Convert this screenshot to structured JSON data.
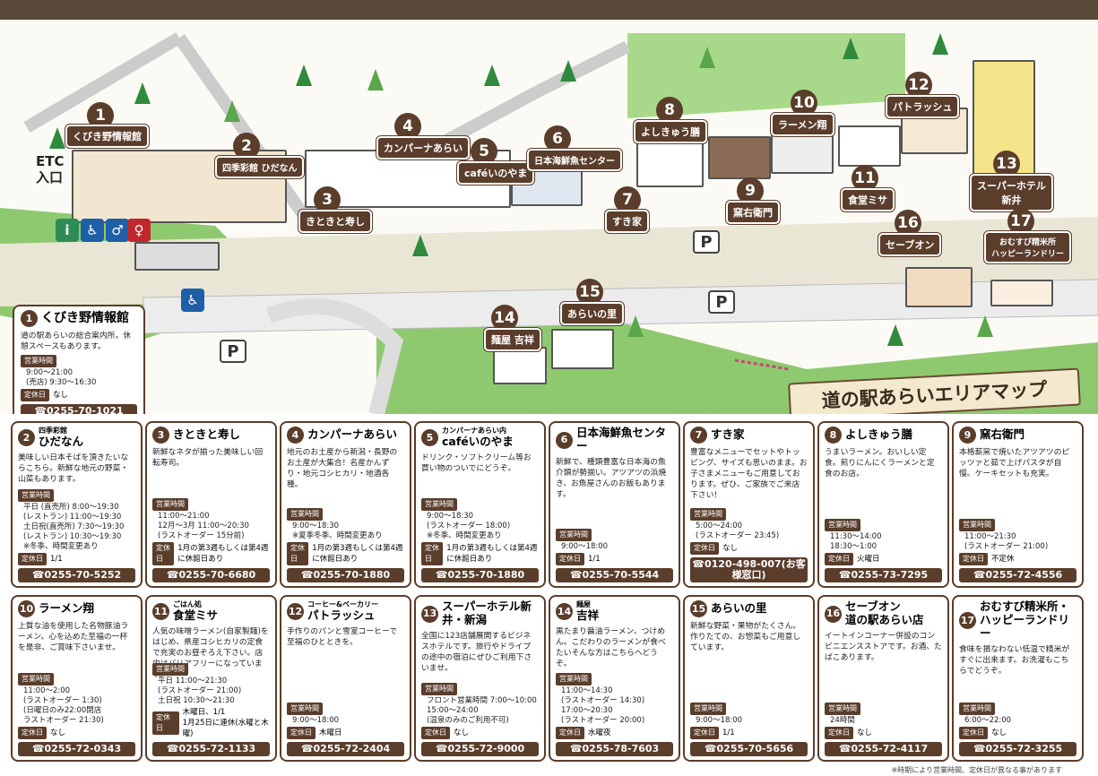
{
  "map": {
    "title": "道の駅あらいエリアマップ",
    "etc": "ETC\n入口",
    "parking": "P",
    "labels": [
      {
        "n": "1",
        "name": "くびき野情報館"
      },
      {
        "n": "2",
        "name": "四季彩館 ひだなん"
      },
      {
        "n": "3",
        "name": "きときと寿し"
      },
      {
        "n": "4",
        "name": "カンパーナあらい"
      },
      {
        "n": "5",
        "name": "caféいのやま"
      },
      {
        "n": "6",
        "name": "日本海鮮魚センター"
      },
      {
        "n": "7",
        "name": "すき家"
      },
      {
        "n": "8",
        "name": "よしきゅう膳"
      },
      {
        "n": "9",
        "name": "窯右衛門"
      },
      {
        "n": "10",
        "name": "ラーメン翔"
      },
      {
        "n": "11",
        "name": "食堂ミサ"
      },
      {
        "n": "12",
        "name": "パトラッシュ"
      },
      {
        "n": "13",
        "name": "スーパーホテル\n新井"
      },
      {
        "n": "14",
        "name": "麺屋 吉祥"
      },
      {
        "n": "15",
        "name": "あらいの里"
      },
      {
        "n": "16",
        "name": "セーブオン"
      },
      {
        "n": "17",
        "name": "おむすび精米所\nハッピーランドリー"
      }
    ]
  },
  "box1": {
    "n": "1",
    "title": "くびき野情報館",
    "desc": "道の駅あらいの総合案内所。休憩スペースもあります。",
    "hours_label": "営業時間",
    "hours": "9:00〜21:00\n(売店) 9:30〜16:30",
    "closed_label": "定休日",
    "closed": "なし",
    "tel": "☎0255-70-1021"
  },
  "row1": [
    {
      "n": "2",
      "sub": "四季彩館",
      "title": "ひだなん",
      "desc": "美味しい日本そばを頂きたいならこちら。新鮮な地元の野菜・山菜もあります。",
      "hours_label": "営業時間",
      "hours": "平日 (直売所) 8:00〜19:30\n(レストラン) 11:00〜19:30\n土日祝(直売所) 7:30〜19:30\n(レストラン) 10:30〜19:30\n※冬季、時間変更あり",
      "closed_label": "定休日",
      "closed": "1/1",
      "tel": "☎0255-70-5252"
    },
    {
      "n": "3",
      "sub": "",
      "title": "きときと寿し",
      "desc": "新鮮なネタが揃った美味しい回転寿司。",
      "hours_label": "営業時間",
      "hours": "11:00〜21:00\n12月〜3月 11:00〜20:30\n(ラストオーダー 15分前)",
      "closed_label": "定休日",
      "closed": "1月の第3週もしくは第4週に休館日あり",
      "tel": "☎0255-70-6680"
    },
    {
      "n": "4",
      "sub": "",
      "title": "カンパーナあらい",
      "desc": "地元のお土産から新潟・長野のお土産が大集合！名産かんずり・地元コシヒカリ・地酒各種。",
      "hours_label": "営業時間",
      "hours": "9:00〜18:30\n※夏季冬季、時間変更あり",
      "closed_label": "定休日",
      "closed": "1月の第3週もしくは第4週に休館日あり",
      "tel": "☎0255-70-1880"
    },
    {
      "n": "5",
      "sub": "カンパーナあらい内",
      "title": "caféいのやま",
      "desc": "ドリンク・ソフトクリーム等お買い物のついでにどうぞ。",
      "hours_label": "営業時間",
      "hours": "9:00〜18:30\n(ラストオーダー 18:00)\n※冬季、時間変更あり",
      "closed_label": "定休日",
      "closed": "1月の第3週もしくは第4週に休館日あり",
      "tel": "☎0255-70-1880"
    },
    {
      "n": "6",
      "sub": "",
      "title": "日本海鮮魚センター",
      "desc": "新鮮で、種類豊富な日本海の魚介類が勢揃い。アツアツの浜焼き、お魚屋さんのお飯もあります。",
      "hours_label": "営業時間",
      "hours": "9:00〜18:00",
      "closed_label": "定休日",
      "closed": "1/1",
      "tel": "☎0255-70-5544"
    },
    {
      "n": "7",
      "sub": "",
      "title": "すき家",
      "desc": "豊富なメニューでセットやトッピング、サイズも思いのまま。お子さまメニューもご用意しております。ぜひ、ご家族でご来店下さい！",
      "hours_label": "営業時間",
      "hours": "5:00〜24:00\n(ラストオーダー 23:45)",
      "closed_label": "定休日",
      "closed": "なし",
      "tel": "☎0120-498-007(お客様窓口)"
    },
    {
      "n": "8",
      "sub": "",
      "title": "よしきゅう膳",
      "desc": "うまいラーメン。おいしい定食。煎りにんにくラーメンと定食のお店。",
      "hours_label": "営業時間",
      "hours": "11:30〜14:00\n18:30〜1:00",
      "closed_label": "定休日",
      "closed": "火曜日",
      "tel": "☎0255-73-7295"
    },
    {
      "n": "9",
      "sub": "",
      "title": "窯右衛門",
      "desc": "本格薪窯で焼いたアツアツのピッツァと茹で上げパスタが自慢。ケーキセットも充実。",
      "hours_label": "営業時間",
      "hours": "11:00〜21:30\n(ラストオーダー 21:00)",
      "closed_label": "定休日",
      "closed": "不定休",
      "tel": "☎0255-72-4556"
    }
  ],
  "row2": [
    {
      "n": "10",
      "sub": "",
      "title": "ラーメン翔",
      "desc": "上質な油を使用した名物豚油ラーメン。心を込めた至福の一杯を是非、ご賞味下さいませ。",
      "hours_label": "営業時間",
      "hours": "11:00〜2:00\n(ラストオーダー 1:30)\n(日曜日のみ22:00閉店\nラストオーダー 21:30)",
      "closed_label": "定休日",
      "closed": "なし",
      "tel": "☎0255-72-0343"
    },
    {
      "n": "11",
      "sub": "ごはん処",
      "title": "食堂ミサ",
      "desc": "人気の味噌ラーメン(自家製麺)をはじめ、県産コシヒカリの定食で充実のお昼ぞろえ下さい。店内はバリアフリーになっています。",
      "hours_label": "営業時間",
      "hours": "平日 11:00〜21:30\n(ラストオーダー 21:00)\n土日祝 10:30〜21:30",
      "closed_label": "定休日",
      "closed": "木曜日、1/1\n1月25日に連休(水曜と木曜)",
      "tel": "☎0255-72-1133"
    },
    {
      "n": "12",
      "sub": "コーヒー&ベーカリー",
      "title": "パトラッシュ",
      "desc": "手作りのパンと雪室コーヒーで至福のひとときを。",
      "hours_label": "営業時間",
      "hours": "9:00〜18:00",
      "closed_label": "定休日",
      "closed": "木曜日",
      "tel": "☎0255-72-2404"
    },
    {
      "n": "13",
      "sub": "",
      "title": "スーパーホテル新井・新潟",
      "desc": "全国に123店舗展開するビジネスホテルです。旅行やドライブの途中の宿泊にぜひご利用下さいませ。",
      "hours_label": "営業時間",
      "hours": "フロント営業時間 7:00〜10:00\n15:00〜24:00\n(温泉のみのご利用不可)",
      "closed_label": "定休日",
      "closed": "なし",
      "tel": "☎0255-72-9000"
    },
    {
      "n": "14",
      "sub": "麺屋",
      "title": "吉祥",
      "desc": "黒たまり醤油ラーメン、つけめん。こだわりのラーメンが食べたいそんな方はこちらへどうぞ。",
      "hours_label": "営業時間",
      "hours": "11:00〜14:30\n(ラストオーダー 14:30)\n17:00〜20:30\n(ラストオーダー 20:00)",
      "closed_label": "定休日",
      "closed": "水曜夜",
      "tel": "☎0255-78-7603"
    },
    {
      "n": "15",
      "sub": "",
      "title": "あらいの里",
      "desc": "新鮮な野菜・果物がたくさん。作りたての、お惣菜もご用意しています。",
      "hours_label": "営業時間",
      "hours": "9:00〜18:00",
      "closed_label": "定休日",
      "closed": "1/1",
      "tel": "☎0255-70-5656"
    },
    {
      "n": "16",
      "sub": "",
      "title": "セーブオン\n道の駅あらい店",
      "desc": "イートインコーナー併設のコンビニエンスストアです。お酒、たばこあります。",
      "hours_label": "営業時間",
      "hours": "24時間",
      "closed_label": "定休日",
      "closed": "なし",
      "tel": "☎0255-72-4117"
    },
    {
      "n": "17",
      "sub": "",
      "title": "おむすび精米所・\nハッピーランドリー",
      "desc": "食味を損なわない低温で精米がすぐに出来ます。お洗濯もこちらでどうぞ。",
      "hours_label": "営業時間",
      "hours": "6:00〜22:00",
      "closed_label": "定休日",
      "closed": "なし",
      "tel": "☎0255-72-3255"
    }
  ],
  "footnote": "※時期により営業時間、定休日が異なる事があります"
}
